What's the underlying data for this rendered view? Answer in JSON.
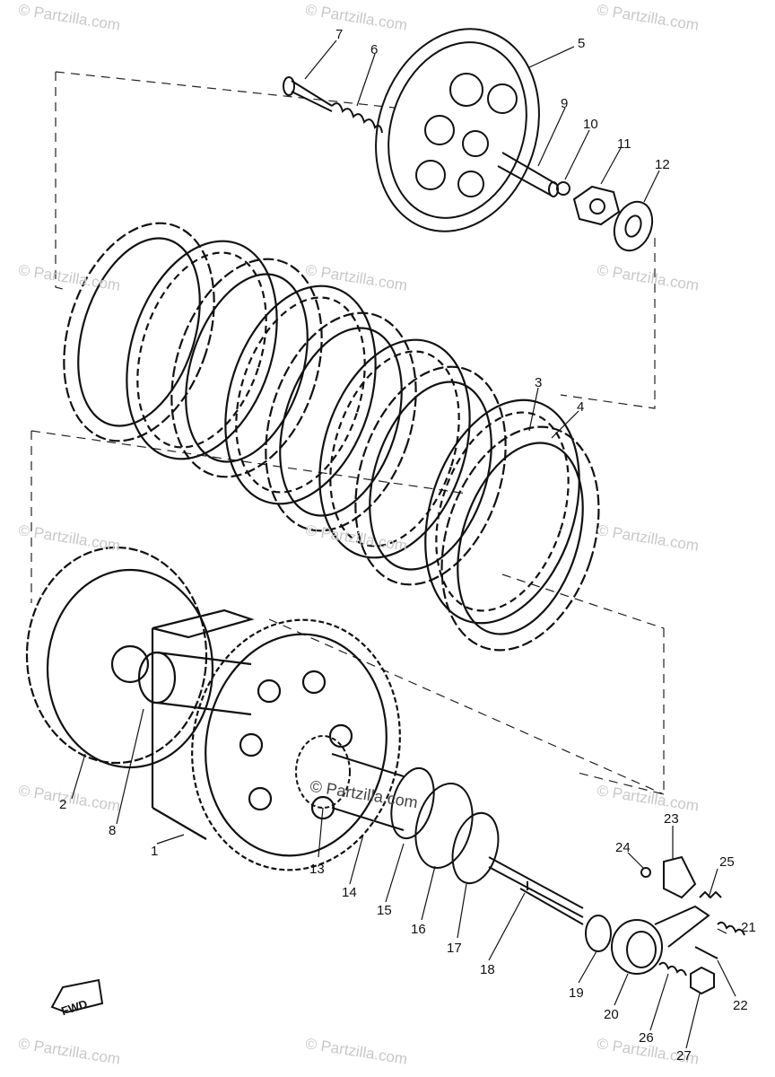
{
  "watermark": {
    "text": "© Partzilla.com",
    "center_text": "© Partzilla.com"
  },
  "direction_label": "FWD",
  "callouts": [
    "1",
    "2",
    "3",
    "4",
    "5",
    "6",
    "7",
    "8",
    "9",
    "10",
    "11",
    "12",
    "13",
    "14",
    "15",
    "16",
    "17",
    "18",
    "19",
    "20",
    "21",
    "22",
    "23",
    "24",
    "25",
    "26",
    "27"
  ]
}
